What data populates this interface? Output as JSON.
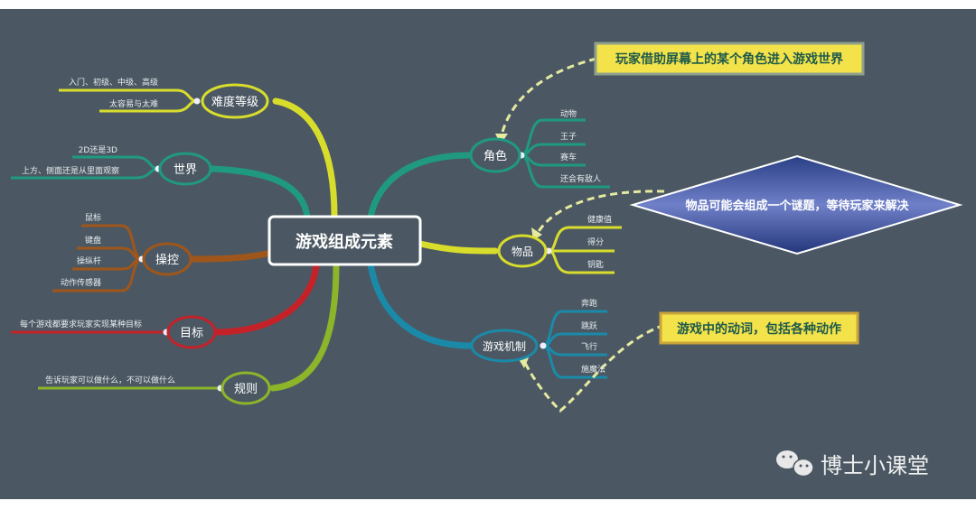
{
  "center": "游戏组成元素",
  "colors": {
    "background": "#4b5863",
    "yellow": "#d8dd2c",
    "teal": "#1f9a80",
    "brown": "#a0561a",
    "red": "#c42228",
    "green": "#8cb52a",
    "blue": "#1a8aa8",
    "callout": "#f3e24a"
  },
  "left_branches": [
    {
      "label": "难度等级",
      "children": [
        "入门、初级、中级、高级",
        "太容易与太难"
      ]
    },
    {
      "label": "世界",
      "children": [
        "2D还是3D",
        "上方、侧面还是从里面观察"
      ]
    },
    {
      "label": "操控",
      "children": [
        "鼠标",
        "键盘",
        "操纵杆",
        "动作传感器"
      ]
    },
    {
      "label": "目标",
      "children": [
        "每个游戏都要求玩家实现某种目标"
      ]
    },
    {
      "label": "规则",
      "children": [
        "告诉玩家可以做什么，不可以做什么"
      ]
    }
  ],
  "right_branches": [
    {
      "label": "角色",
      "children": [
        "动物",
        "王子",
        "赛车",
        "还会有敌人"
      ]
    },
    {
      "label": "物品",
      "children": [
        "健康值",
        "得分",
        "钥匙"
      ]
    },
    {
      "label": "游戏机制",
      "children": [
        "奔跑",
        "跳跃",
        "飞行",
        "施魔法"
      ]
    }
  ],
  "callouts": [
    "玩家借助屏幕上的某个角色进入游戏世界",
    "物品可能会组成一个谜题，等待玩家来解决",
    "游戏中的动词，包括各种动作"
  ],
  "watermark": {
    "icon": "wechat-icon",
    "text": "博士小课堂"
  }
}
